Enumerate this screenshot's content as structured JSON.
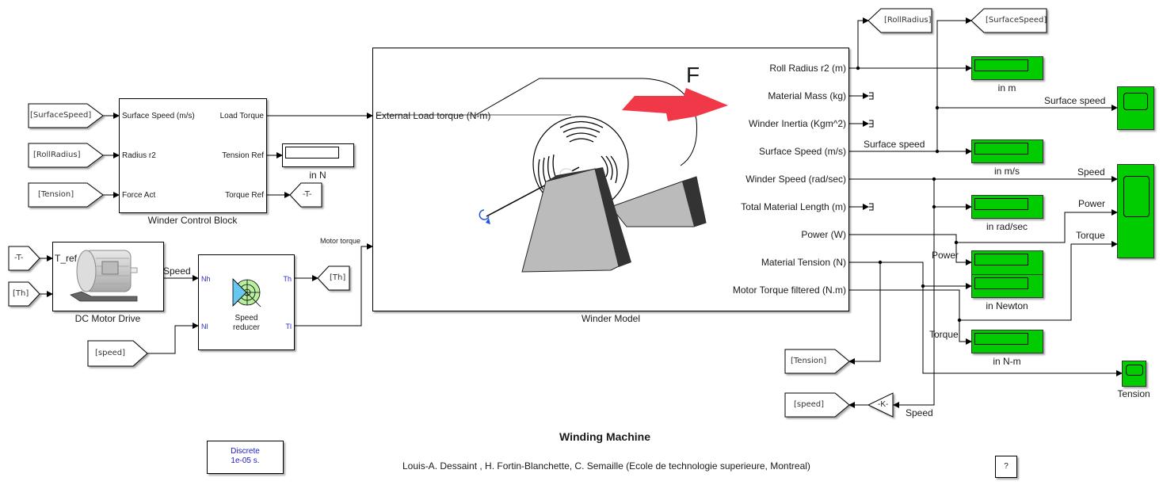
{
  "model": {
    "title": "Winding Machine",
    "credits": "Louis-A. Dessaint , H. Fortin-Blanchette, C. Semaille (Ecole de technologie superieure, Montreal)",
    "help_label": "?"
  },
  "powergui": {
    "line1": "Discrete",
    "line2": "1e-05 s."
  },
  "colors": {
    "display_green": "#00cc00",
    "force_arrow": "#f03848",
    "port_blue": "#2a2acc"
  },
  "winder_control": {
    "name": "Winder Control Block",
    "inputs": [
      "Surface Speed (m/s)",
      "Radius r2",
      "Force Act"
    ],
    "outputs": [
      "Load Torque",
      "Tension Ref",
      "Torque Ref"
    ]
  },
  "from_tags_left": [
    "[SurfaceSpeed]",
    "[RollRadius]",
    "[Tension]"
  ],
  "tension_ref_display": {
    "caption": "in N"
  },
  "torque_ref_goto": "-T-",
  "dc_motor": {
    "name": "DC Motor Drive",
    "input_port": "T_ref",
    "output_signal": "Speed",
    "from_tags": [
      "-T-",
      "[Th]"
    ]
  },
  "speed_reducer": {
    "name_line1": "Speed",
    "name_line2": "reducer",
    "ports": {
      "nh": "Nh",
      "nl": "Nl",
      "th": "Th",
      "tl": "Tl"
    },
    "goto_th": "[Th]",
    "from_speed": "[speed]",
    "output_signal": "Motor torque"
  },
  "winder_model": {
    "name": "Winder Model",
    "input_port": "External Load torque (N-m)",
    "force_label": "F",
    "outputs": [
      "Roll Radius r2 (m)",
      "Material Mass (kg)",
      "Winder Inertia (Kgm^2)",
      "Surface Speed (m/s)",
      "Winder Speed (rad/sec)",
      "Total Material Length (m)",
      "Power (W)",
      "Material Tension (N)",
      "Motor Torque filtered (N.m)"
    ]
  },
  "right_side": {
    "goto_rollradius": "[RollRadius]",
    "goto_surfacespeed": "[SurfaceSpeed]",
    "signal_surface_speed_1": "Surface speed",
    "signal_surface_speed_2": "Surface speed",
    "signal_speed": "Speed",
    "signal_power": "Power",
    "signal_torque": "Torque",
    "signal_power_branch": "Power",
    "signal_torque_branch": "Torque",
    "signal_speed_bottom": "Speed",
    "displays": {
      "roll_radius": "in m",
      "surface_speed": "in m/s",
      "winder_speed": "in rad/sec",
      "tension": "in Newton",
      "torque": "in N-m"
    },
    "scope_tension_caption": "Tension",
    "goto_tension": "[Tension]",
    "goto_speed": "[speed]",
    "gain_label": "-K-"
  }
}
